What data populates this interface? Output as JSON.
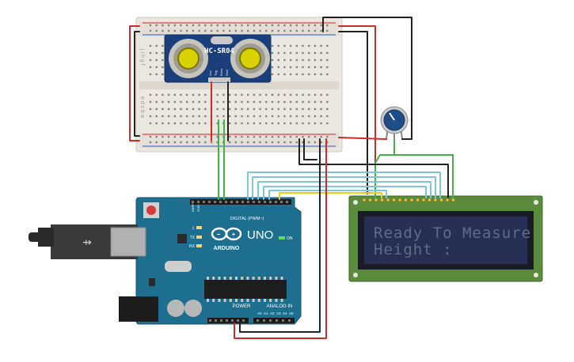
{
  "sensor": {
    "label": "HC-SR04",
    "pins": [
      "Vcc",
      "Trig",
      "Echo",
      "Gnd"
    ]
  },
  "arduino": {
    "logo_text": "UNO",
    "brand": "ARDUINO",
    "on_label": "ON",
    "digital_label": "DIGITAL (PWM~)",
    "power_label": "POWER",
    "analog_label": "ANALOG IN",
    "aref": "AREF",
    "gnd": "GND",
    "led_l": "L",
    "led_tx": "TX",
    "led_rx": "RX",
    "analog_pins": [
      "A0",
      "A1",
      "A2",
      "A3",
      "A4",
      "A5"
    ]
  },
  "lcd": {
    "line1": "Ready To Measure",
    "line2": "Height :"
  },
  "breadboard": {
    "rows_top": "j i h g f",
    "rows_bottom": "e d c b a"
  },
  "colors": {
    "breadboard": "#eae7e1",
    "arduino": "#1d6e8f",
    "lcd_board": "#5b8c3c",
    "lcd_screen": "#273054",
    "lcd_text": "#5f6b86",
    "wire_red": "#d12a2a",
    "wire_black": "#222222",
    "wire_green": "#3cb54a",
    "wire_cyan": "#7ec8d6",
    "wire_yellow": "#e6d21c",
    "pot_knob": "#1f4d86"
  }
}
